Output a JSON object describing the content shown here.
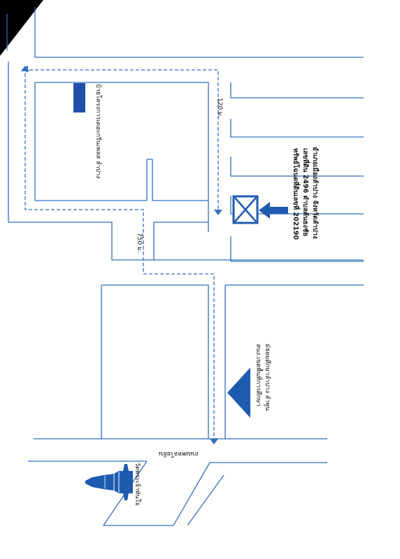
{
  "map": {
    "road_name": "ถนนพหลโยธิน",
    "distance_near": "120 ม.",
    "distance_far": "750 ม.",
    "project_sign": "ป้ายโครงการเดอะกรีนเพลส ลำปาง",
    "school": {
      "line1": "สนง.เขตพื้นที่การศึกษา",
      "line2": "มัธยมศึกษาลำปาง ลำพูน"
    },
    "property": {
      "line1": "ทรัพย์โฉนดที่ดินเลขที่ 202190",
      "line2": "เลขที่ดิน 2496 ตำบลต้นธงชัย",
      "line3": "อำเภอเมืองลำปาง จังหวัดลำปาง"
    },
    "temple": "วัดพระเจ้าทันใจ",
    "colors": {
      "road": "#2f6fbf",
      "marker": "#1e5bb0",
      "sign": "#1f4fa8"
    },
    "icons": [
      "temple-pagoda-icon",
      "school-triangle-icon",
      "property-box-icon",
      "arrow-left-icon",
      "sign-block-icon"
    ]
  }
}
